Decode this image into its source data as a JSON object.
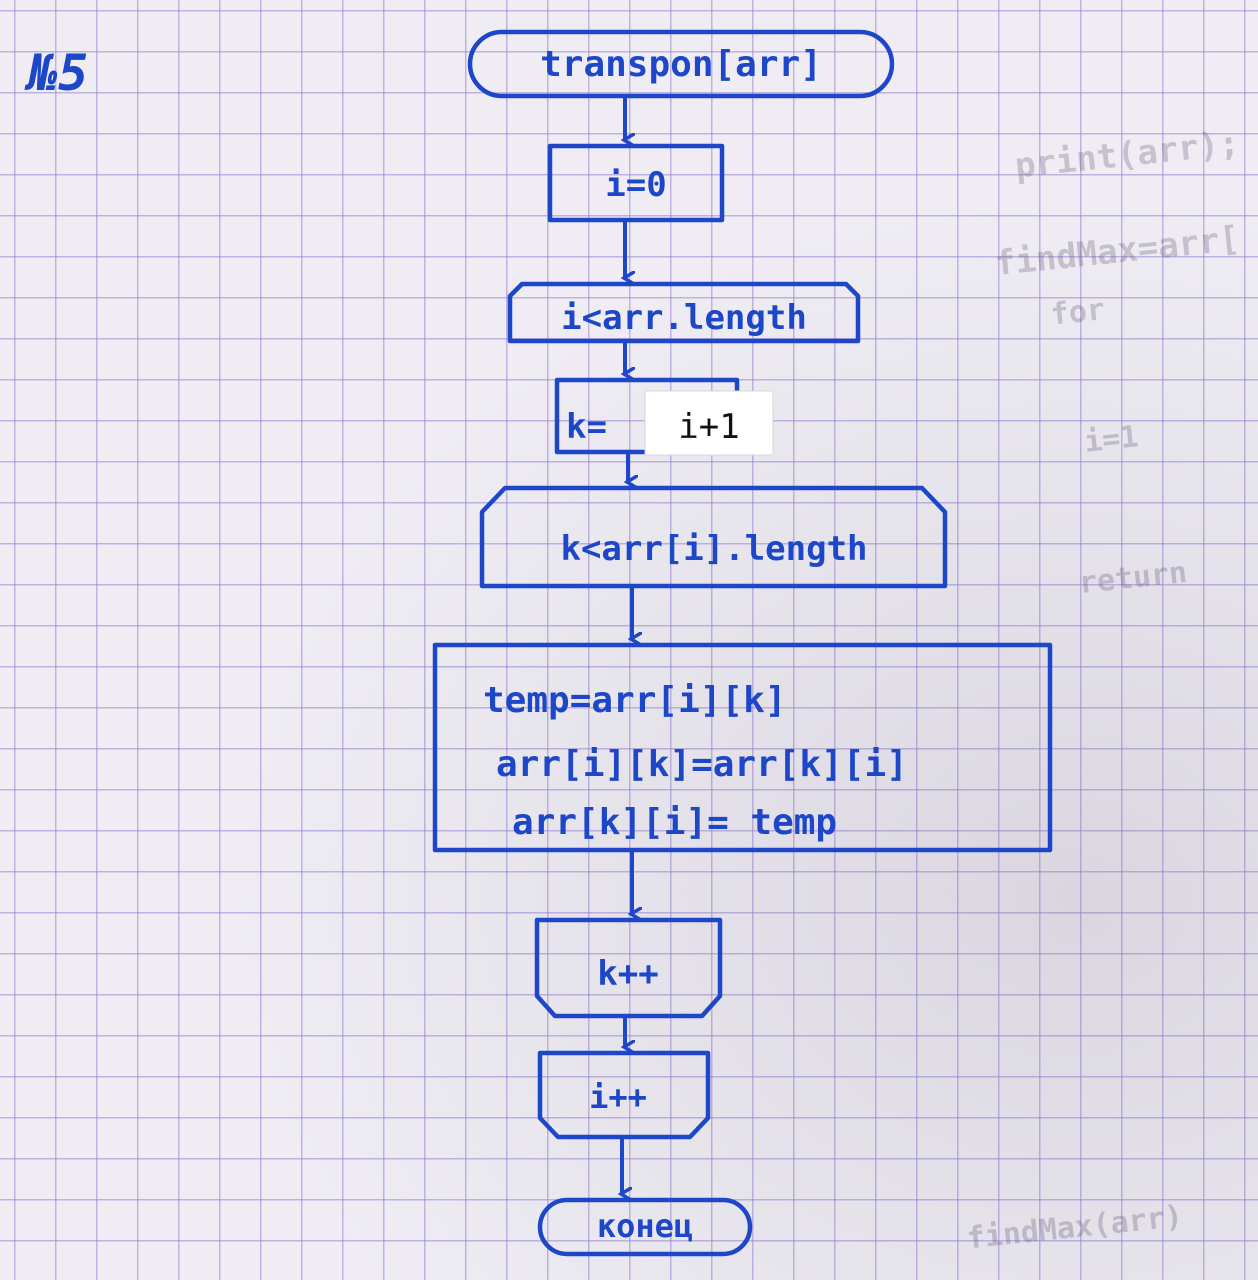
{
  "page_label": "№5",
  "colors": {
    "ink": "#1d47c8",
    "grid": "#9682d2",
    "paper": "#efedf3"
  },
  "flowchart": {
    "start": "transpon[arr]",
    "init_i": "i=0",
    "loop_i": "i<arr.length",
    "init_k_prefix": "k=",
    "init_k_patch": "i+1",
    "loop_k": "k<arr[i].length",
    "body": [
      "temp=arr[i][k]",
      "arr[i][k]=arr[k][i]",
      "arr[k][i]= temp"
    ],
    "k_inc": "k++",
    "i_inc": "i++",
    "end": "конец"
  },
  "background_bleed": {
    "lines": [
      "print(arr);",
      "findMax=arr[",
      "for",
      "i=1",
      "return",
      "findMax(arr)"
    ]
  }
}
